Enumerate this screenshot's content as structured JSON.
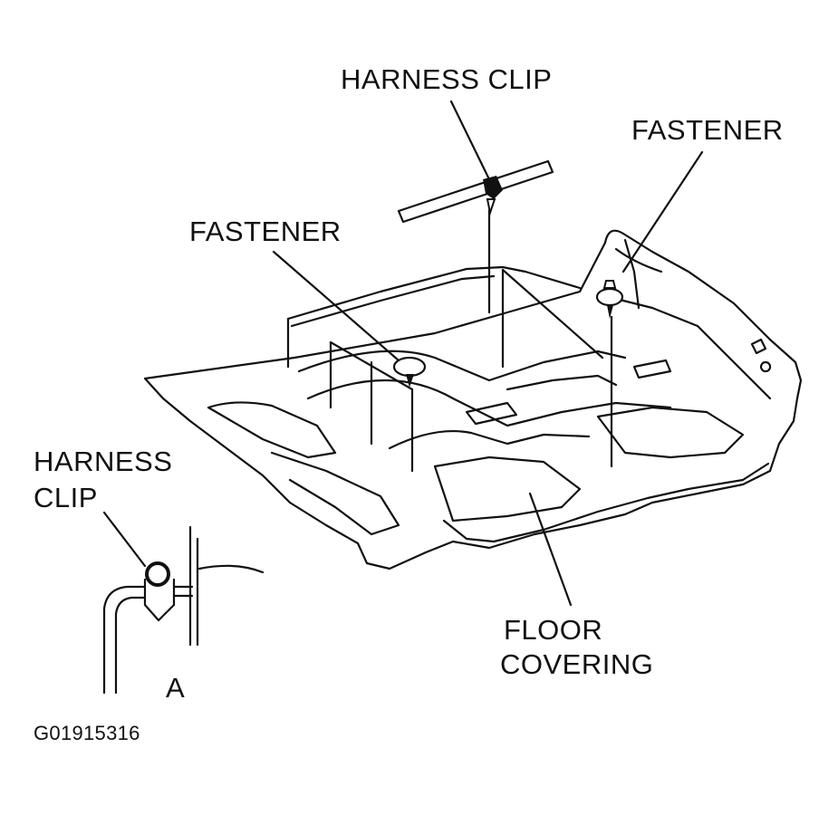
{
  "callouts": {
    "harness_clip_top": "HARNESS CLIP",
    "fastener_right": "FASTENER",
    "fastener_left": "FASTENER",
    "harness_clip_detail_line1": "HARNESS",
    "harness_clip_detail_line2": "CLIP",
    "floor_covering_line1": "FLOOR",
    "floor_covering_line2": "COVERING"
  },
  "detail_view_label": "A",
  "figure_id": "G01915316",
  "colors": {
    "ink": "#111111",
    "paper": "#ffffff"
  }
}
